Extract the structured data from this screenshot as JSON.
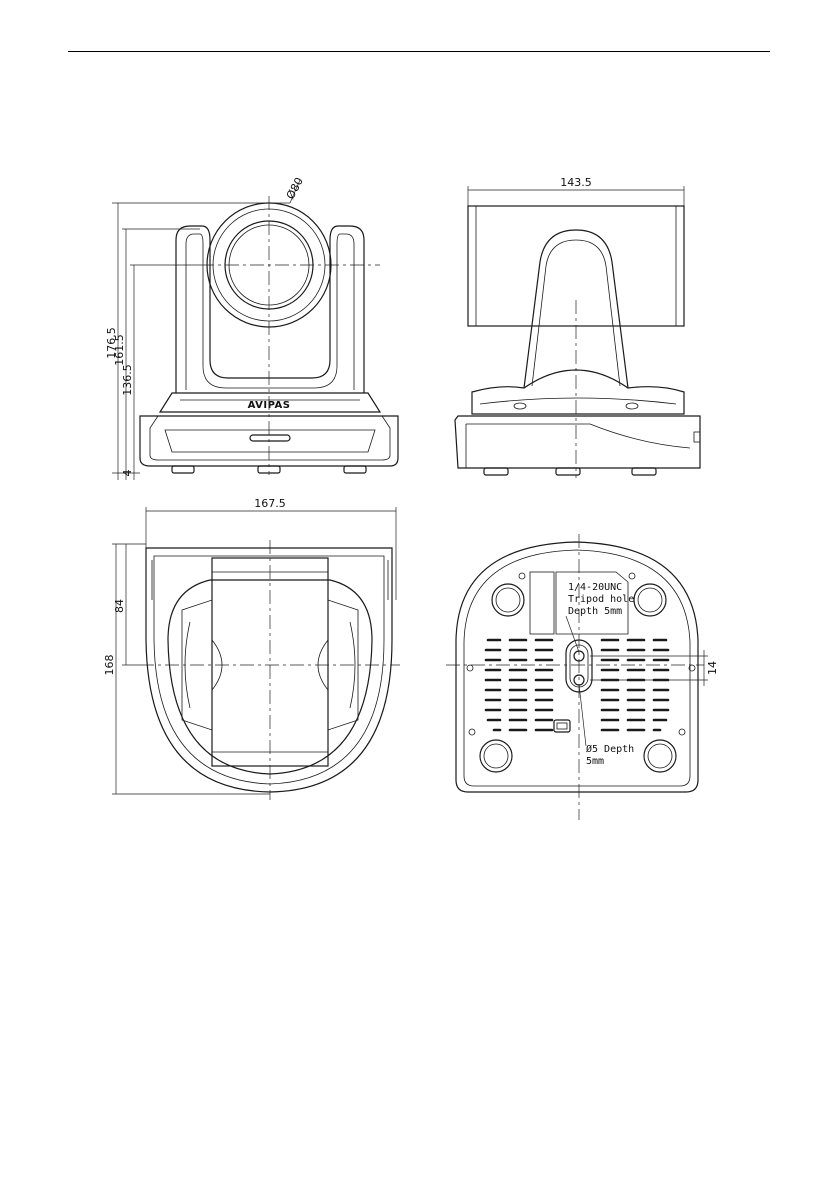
{
  "brand_logo": "AVIPAS",
  "dimensions": {
    "lens_diameter": "Ø80",
    "total_height": "176.5",
    "pivot_height": "161.5",
    "inner_height": "136.5",
    "foot_height": "4",
    "side_width": "143.5",
    "top_width": "167.5",
    "top_depth": "168",
    "top_half_depth": "84",
    "mount_spacing": "14"
  },
  "annotations": {
    "tripod_line1": "1/4-20UNC",
    "tripod_line2": "Tripod hole",
    "tripod_line3": "Depth 5mm",
    "pin_line1": "Ø5 Depth",
    "pin_line2": "5mm"
  },
  "colors": {
    "line": "#1a1a1a",
    "background": "#ffffff"
  }
}
